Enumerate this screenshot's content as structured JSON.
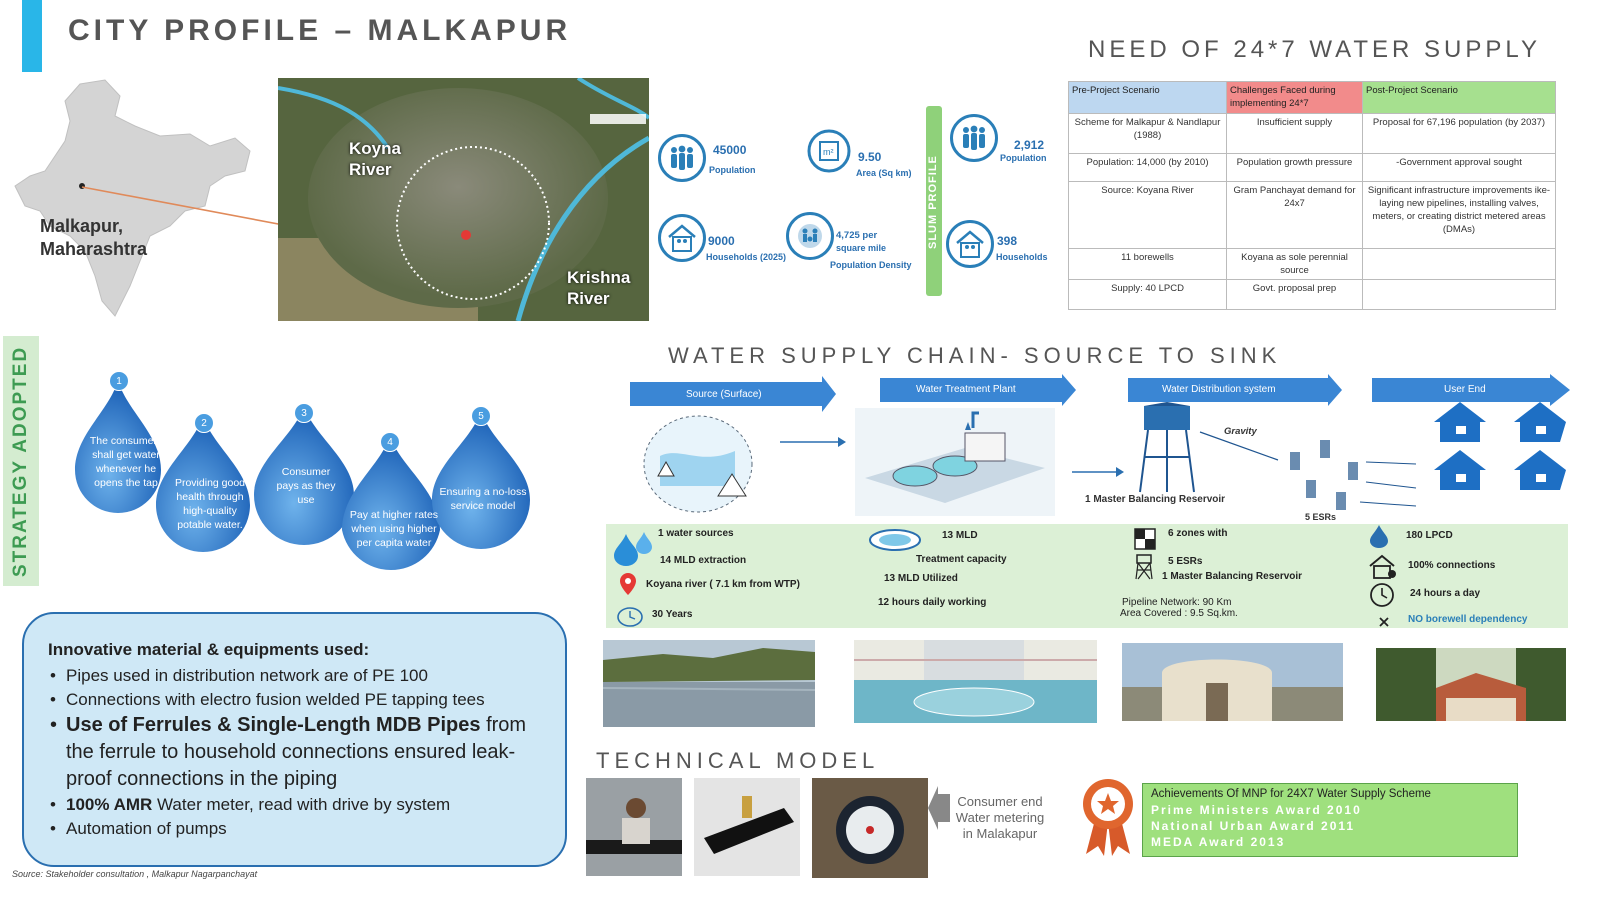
{
  "header": {
    "title": "CITY PROFILE – MALKAPUR",
    "need_title": "NEED OF 24*7 WATER SUPPLY"
  },
  "map": {
    "location_label": "Malkapur,\nMaharashtra",
    "rivers": [
      "Koyna\nRiver",
      "Krishna\nRiver"
    ]
  },
  "city_stats": {
    "population": {
      "value": "45000",
      "label": "Population"
    },
    "area": {
      "value": "9.50",
      "label": "Area (Sq km)"
    },
    "households": {
      "value": "9000",
      "label": "Households (2025)"
    },
    "density": {
      "value": "4,725 per",
      "value2": "square mile",
      "label": "Population Density"
    }
  },
  "slum_profile": {
    "label": "SLUM PROFILE",
    "population": {
      "value": "2,912",
      "label": "Population"
    },
    "households": {
      "value": "398",
      "label": "Households"
    }
  },
  "need_table": {
    "headers": [
      "Pre-Project Scenario",
      "Challenges Faced during implementing 24*7",
      "Post-Project Scenario"
    ],
    "header_colors": [
      "#bdd7f0",
      "#f28b8b",
      "#a6e08f"
    ],
    "rows": [
      [
        "Scheme for Malkapur & Nandlapur (1988)",
        "Insufficient supply",
        "Proposal for 67,196 population (by 2037)"
      ],
      [
        "Population: 14,000 (by 2010)",
        "Population growth pressure",
        "-Government approval sought"
      ],
      [
        "Source: Koyana River",
        "Gram Panchayat demand for 24x7",
        "Significant infrastructure improvements ike- laying new pipelines, installing valves, meters, or creating district metered areas (DMAs)"
      ],
      [
        "11 borewells",
        "Koyana as sole perennial source",
        ""
      ],
      [
        "Supply: 40 LPCD",
        "Govt. proposal prep",
        ""
      ]
    ]
  },
  "strategy": {
    "label": "STRATEGY ADOPTED",
    "drops": [
      {
        "num": "1",
        "text": "The consumers shall get water whenever he opens the tap"
      },
      {
        "num": "2",
        "text": "Providing good health through high-quality potable water."
      },
      {
        "num": "3",
        "text": "Consumer pays as they use"
      },
      {
        "num": "4",
        "text": "Pay at higher rates when using higher per capita water"
      },
      {
        "num": "5",
        "text": "Ensuring a no-loss service model"
      }
    ]
  },
  "innovative": {
    "title": "Innovative material & equipments used:",
    "items": [
      "Pipes used in distribution network are of PE 100",
      "Connections with electro fusion welded PE tapping tees"
    ],
    "item3_bold": "Use of Ferrules & Single-Length MDB Pipes",
    "item3_rest": " from the ferrule to household connections ensured leak-proof connections in the piping",
    "item4_bold": "100% AMR",
    "item4_rest": " Water meter, read with drive by system",
    "item5": "Automation of pumps"
  },
  "source_note": "Source: Stakeholder consultation , Malkapur Nagarpanchayat",
  "supply_chain": {
    "title": "WATER SUPPLY CHAIN- SOURCE TO SINK",
    "stages": [
      "Source (Surface)",
      "Water Treatment Plant",
      "Water Distribution system",
      "User End"
    ],
    "gravity": "Gravity",
    "mbr_label": "1 Master Balancing Reservoir",
    "esr_label": "5 ESRs",
    "source_facts": [
      "1 water sources",
      "14 MLD extraction",
      "Koyana river  ( 7.1 km from WTP)",
      "30 Years"
    ],
    "wtp_facts": [
      "13 MLD",
      "Treatment capacity",
      "13 MLD Utilized",
      "12 hours daily working"
    ],
    "dist_facts": [
      "6 zones with",
      "5 ESRs",
      "1 Master Balancing Reservoir",
      "Pipeline Network: 90 Km",
      "Area Covered : 9.5 Sq.km."
    ],
    "user_facts": [
      "180 LPCD",
      "100% connections",
      "24 hours a day",
      "NO borewell dependency"
    ]
  },
  "technical": {
    "title": "TECHNICAL MODEL",
    "consumer_note": "Consumer end Water metering in Malakapur"
  },
  "achievements": {
    "head": "Achievements Of  MNP for 24X7  Water Supply Scheme",
    "awards": [
      "Prime Ministers Award 2010",
      "National Urban Award 2011",
      "MEDA Award 2013"
    ]
  },
  "colors": {
    "accent": "#29b6e8",
    "stat_blue": "#2a6fb0",
    "strategy_green": "#3d9b52",
    "chain_blue": "#3a86d4",
    "strip_green": "#dcf0d6"
  }
}
